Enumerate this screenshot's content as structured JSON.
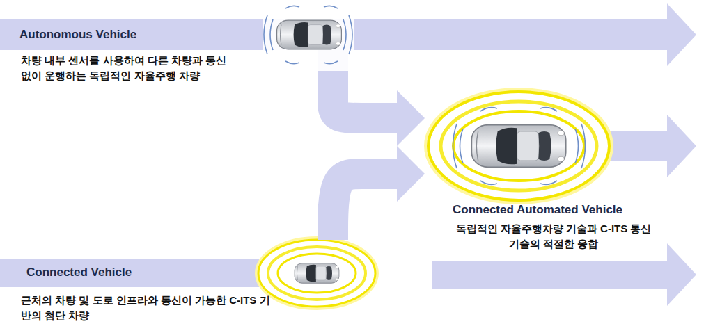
{
  "diagram": {
    "nodes": [
      {
        "text": [
          "Autonomous Vehicle",
          "차량 내부 센서를 사용하여 다른 차량과 통신 없이 운행하는 독립적인 자율주행 차량"
        ]
      },
      {
        "text": [
          "Connected Automated Vehicle",
          "독립적인 자율주행차량 기술과 C-ITS 통신기술의 적절한 융합"
        ]
      },
      {
        "text": [
          "Connected Vehicle",
          "근처의 차량 및 도로 인프라와 통신이 가능한 C-ITS 기반의 첨단 차량"
        ]
      }
    ],
    "edges": [
      {
        "from": 0,
        "to": 1,
        "arrow": "to"
      },
      {
        "from": 2,
        "to": 1,
        "arrow": "to"
      }
    ]
  }
}
